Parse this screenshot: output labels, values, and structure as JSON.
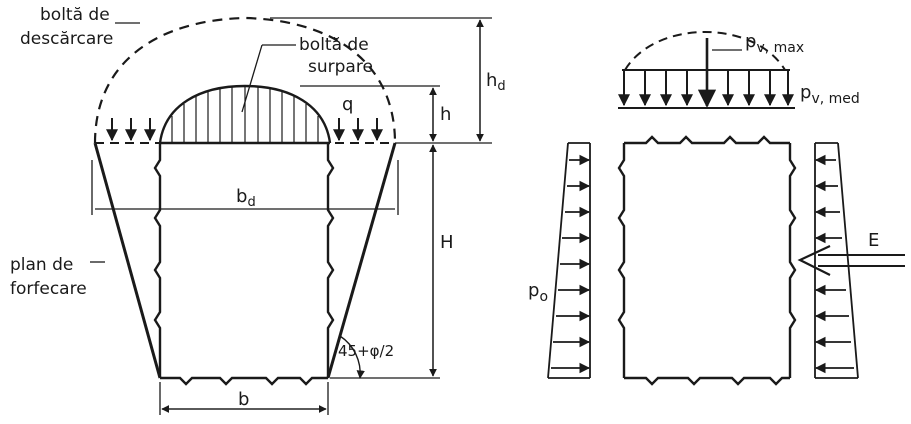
{
  "labels": {
    "bolta_descarcare_1": "boltă de",
    "bolta_descarcare_2": "descărcare",
    "bolta_surpare_1": "boltă de",
    "bolta_surpare_2": "surpare",
    "q": "q",
    "h": "h",
    "hd": "hd",
    "hd_main": "h",
    "hd_sub": "d",
    "H": "H",
    "bd_main": "b",
    "bd_sub": "d",
    "b": "b",
    "plan_forfecare_1": "plan de",
    "plan_forfecare_2": "forfecare",
    "angle": "45+φ/2",
    "pv_max_main": "p",
    "pv_max_sub": "v, max",
    "pv_med_main": "p",
    "pv_med_sub": "v, med",
    "p0_main": "p",
    "p0_sub": "o",
    "E": "E"
  },
  "colors": {
    "ink": "#1a1a1a",
    "background": "#ffffff"
  }
}
